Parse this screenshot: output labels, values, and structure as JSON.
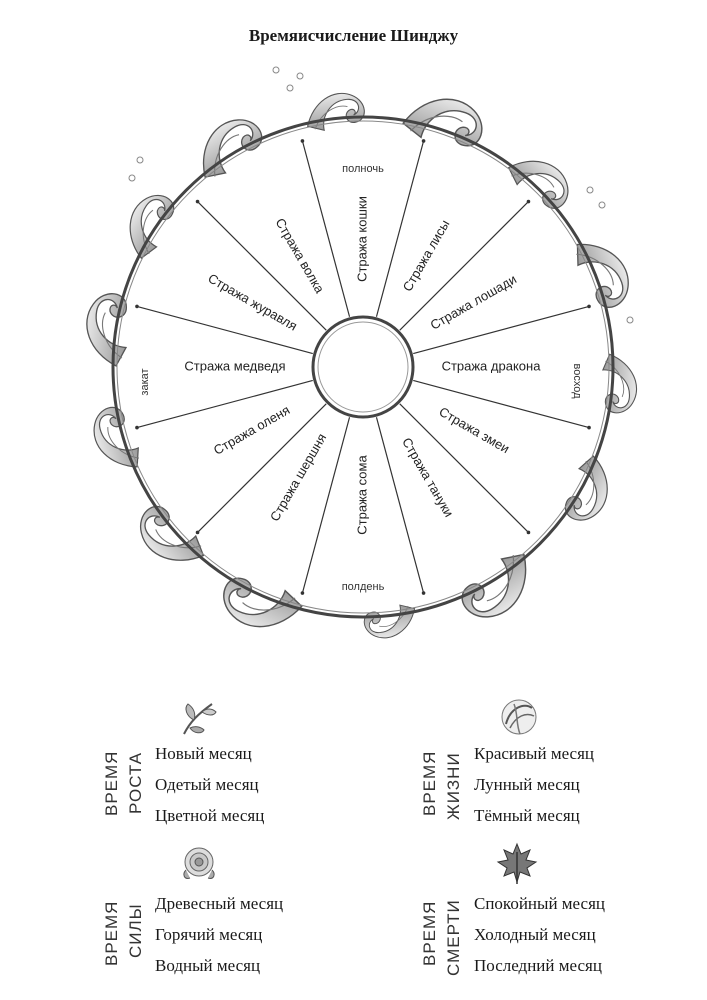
{
  "title": "Времяисчисление Шинджу",
  "clock": {
    "top_label": "полночь",
    "bottom_label": "полдень",
    "left_label": "закат",
    "right_label": "восход",
    "watches": [
      "Стража кошки",
      "Стража лисы",
      "Стража лошади",
      "Стража дракона",
      "Стража змеи",
      "Стража тануки",
      "Стража сома",
      "Стража шершня",
      "Стража оленя",
      "Стража медведя",
      "Стража журавля",
      "Стража волка"
    ]
  },
  "seasons": [
    {
      "word1": "ВРЕМЯ",
      "word2": "РОСТА",
      "emblem": "leaf-sprig-icon",
      "months": [
        "Новый месяц",
        "Одетый месяц",
        "Цветной месяц"
      ]
    },
    {
      "word1": "ВРЕМЯ",
      "word2": "ЖИЗНИ",
      "emblem": "wind-flower-icon",
      "months": [
        "Красивый месяц",
        "Лунный месяц",
        "Тёмный месяц"
      ]
    },
    {
      "word1": "ВРЕМЯ",
      "word2": "СИЛЫ",
      "emblem": "peony-icon",
      "months": [
        "Древесный месяц",
        "Горячий месяц",
        "Водный месяц"
      ]
    },
    {
      "word1": "ВРЕМЯ",
      "word2": "СМЕРТИ",
      "emblem": "maple-leaf-icon",
      "months": [
        "Спокойный месяц",
        "Холодный месяц",
        "Последний месяц"
      ]
    }
  ]
}
